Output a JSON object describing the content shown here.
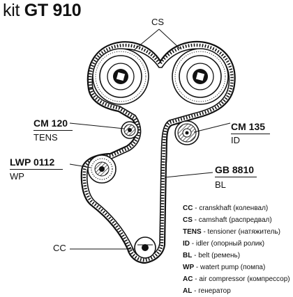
{
  "title": {
    "prefix": "kit",
    "model": "GT 910"
  },
  "labels": {
    "cs_top": "CS",
    "cm120": {
      "code": "CM 120",
      "type": "TENS"
    },
    "cm135": {
      "code": "CM 135",
      "type": "ID"
    },
    "lwp": {
      "code": "LWP 0112",
      "type": "WP"
    },
    "gb": {
      "code": "GB 8810",
      "type": "BL"
    },
    "cc_bottom": "CC"
  },
  "legend": [
    {
      "abbr": "CC",
      "desc": " - cranskhaft (коленвал)"
    },
    {
      "abbr": "CS",
      "desc": " - camshaft (распредвал)"
    },
    {
      "abbr": "TENS",
      "desc": " - tensioner (натяжитель)"
    },
    {
      "abbr": "ID",
      "desc": " - idler (опорный ролик)"
    },
    {
      "abbr": "BL",
      "desc": " - belt (ремень)"
    },
    {
      "abbr": "WP",
      "desc": " - watert pump (помпа)"
    },
    {
      "abbr": "AC",
      "desc": " - air compressor (компрессор)"
    },
    {
      "abbr": "AL",
      "desc": " - генератор"
    }
  ],
  "colors": {
    "ink": "#111111",
    "background": "#ffffff"
  }
}
